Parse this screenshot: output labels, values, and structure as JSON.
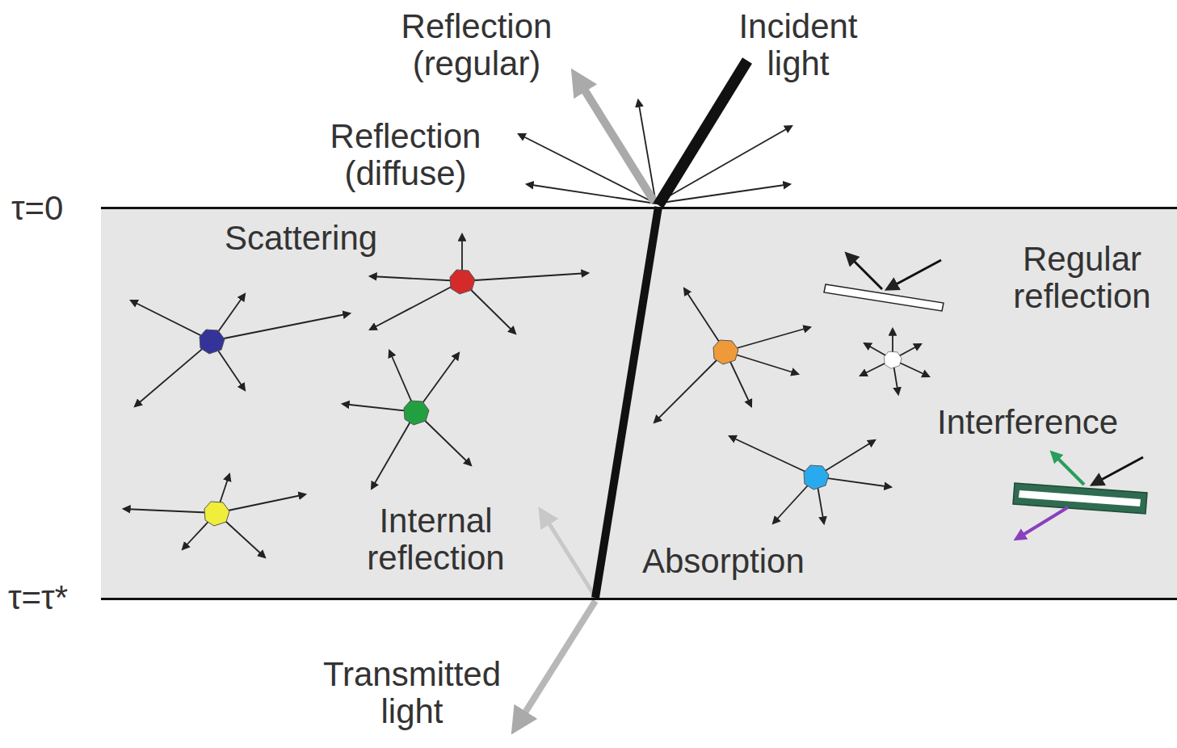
{
  "diagram": {
    "nodes": [
      {
        "text": [
          "Scattering",
          "Regular reflection",
          "Interference",
          "Internal reflection",
          "Absorption"
        ]
      }
    ],
    "labels": [
      "Reflection (regular)",
      "Incident light",
      "Reflection (diffuse)",
      "τ=0",
      "τ=τ*",
      "Transmitted light"
    ]
  }
}
